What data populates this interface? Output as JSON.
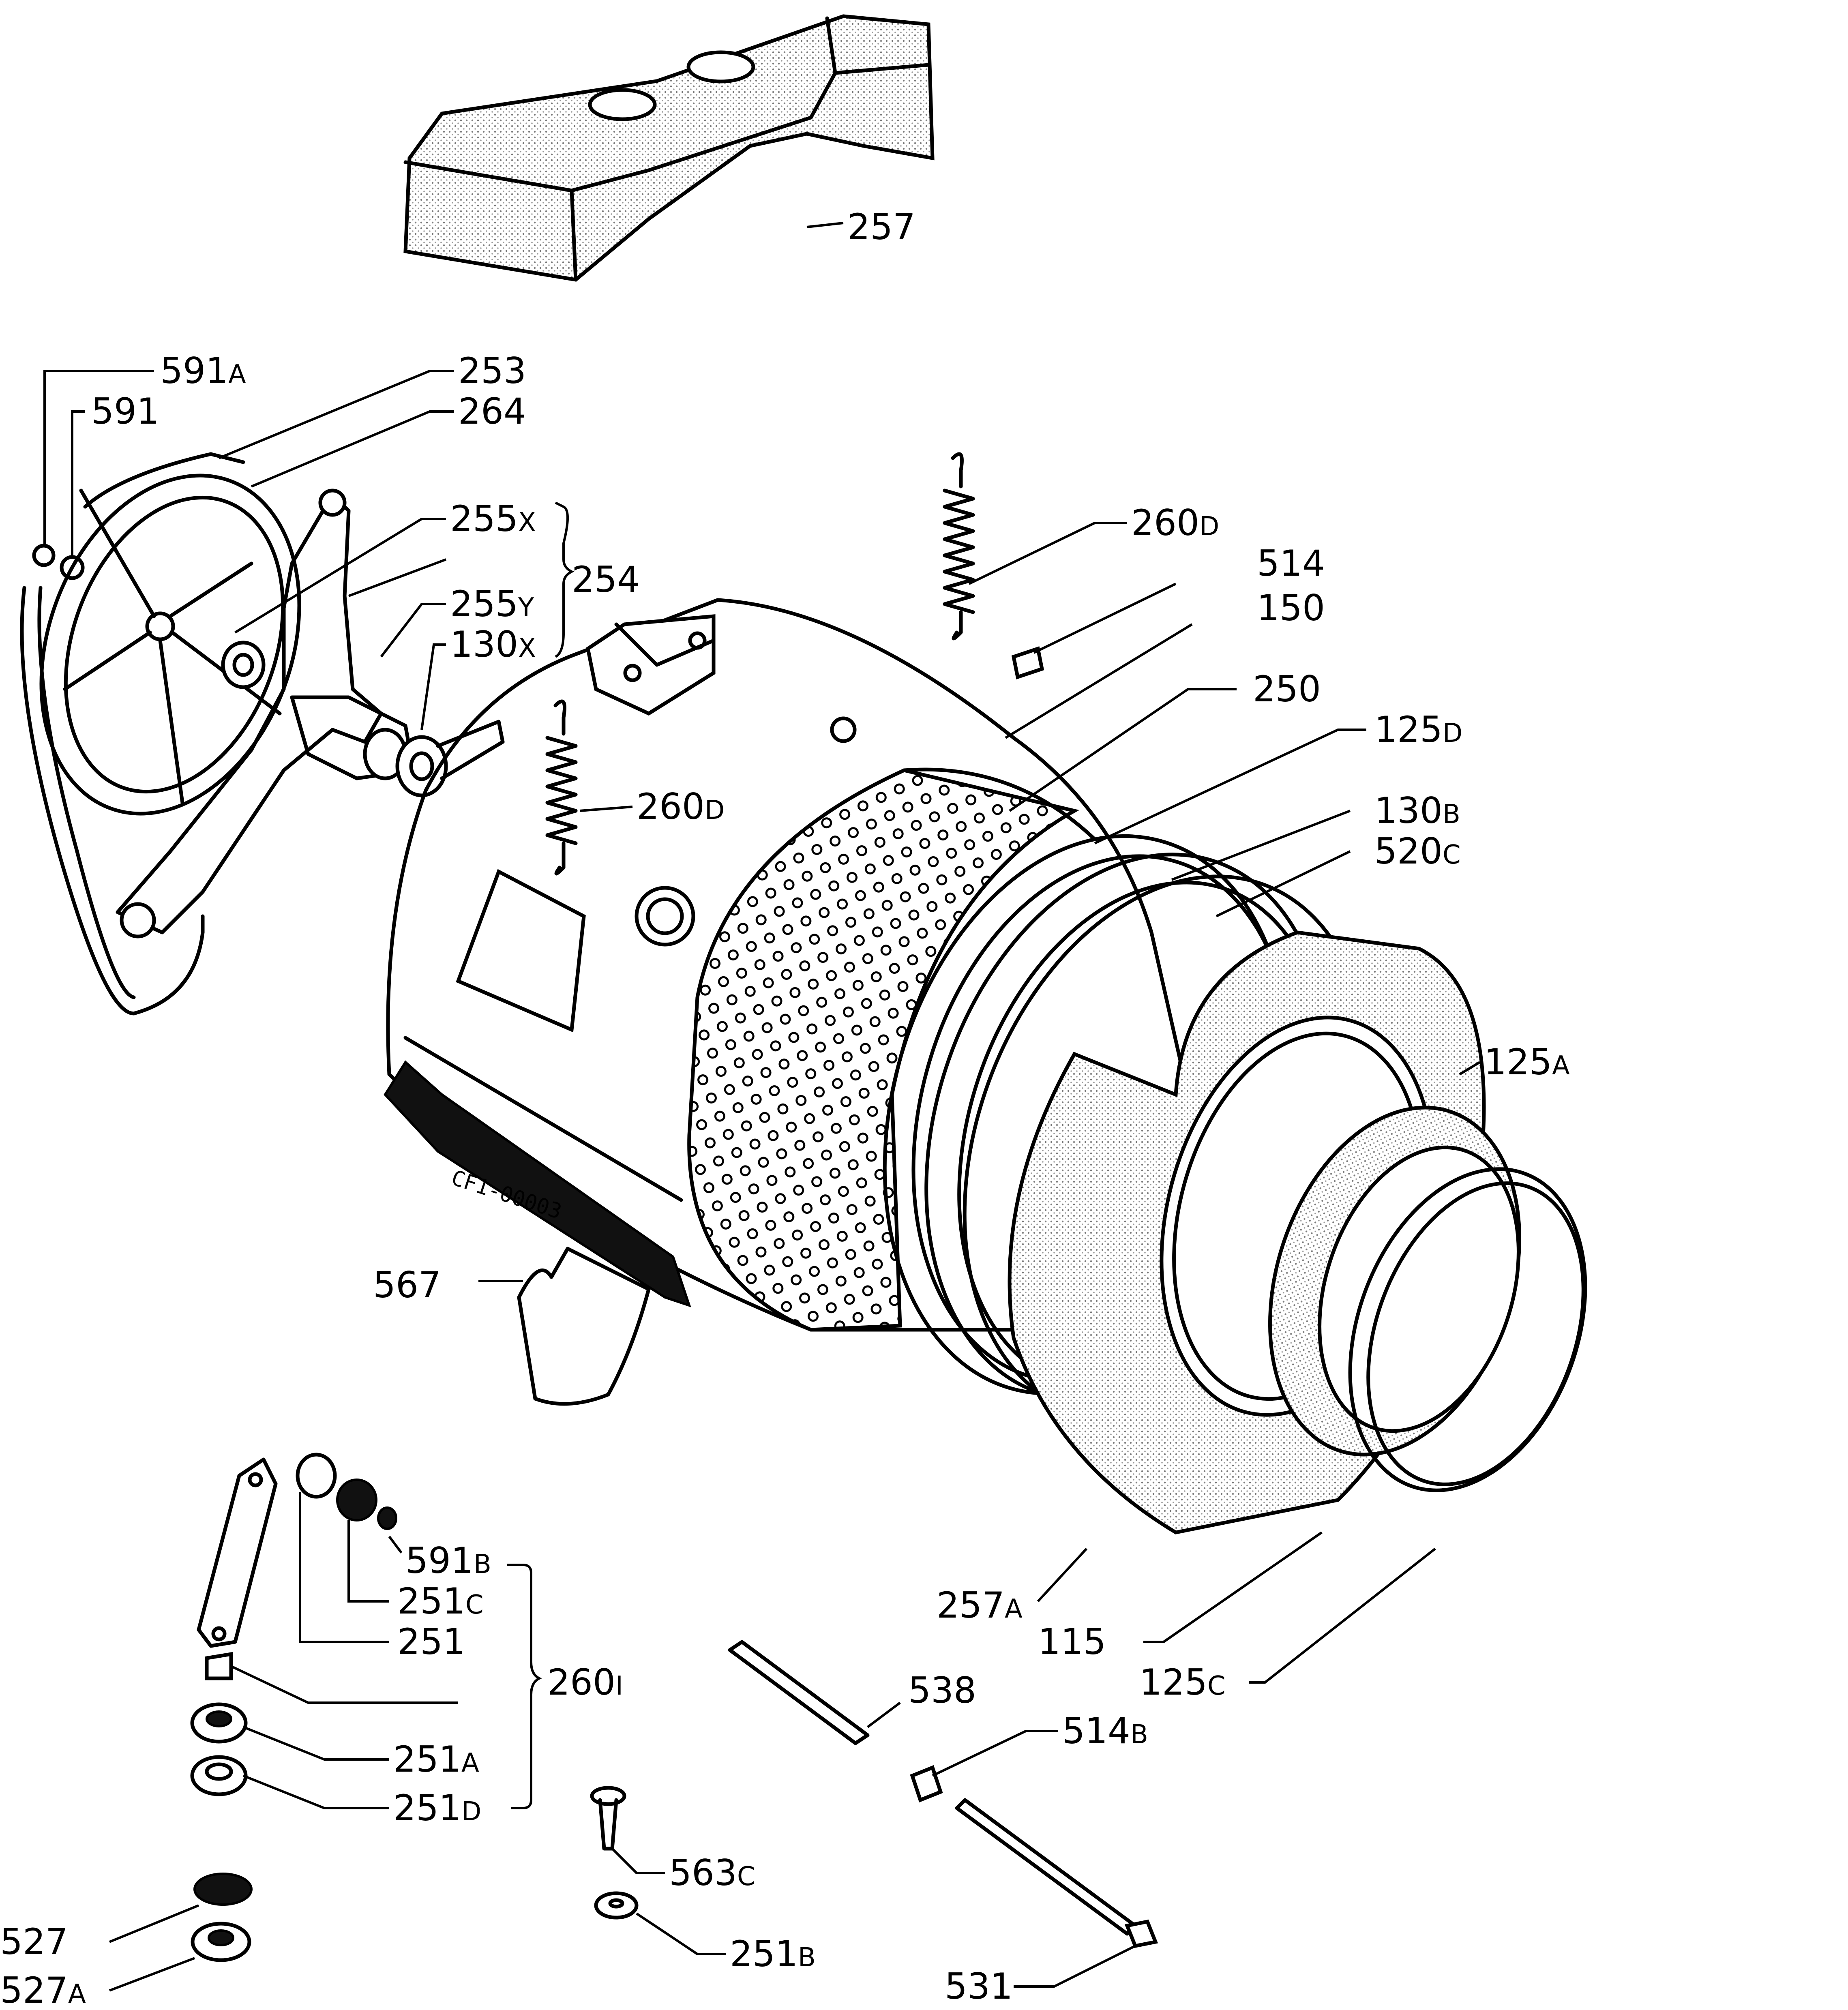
{
  "colors": {
    "ink": "#000000",
    "paper": "#ffffff",
    "stipple": "#9a9a9a"
  },
  "serial": "CF1-00003",
  "labels": {
    "l257": "257",
    "l591a": "591",
    "l591a_sub": "A",
    "l591": "591",
    "l253": "253",
    "l264": "264",
    "l255x": "255",
    "l255x_sub": "X",
    "l254": "254",
    "l255y": "255",
    "l255y_sub": "Y",
    "l130x": "130",
    "l130x_sub": "X",
    "l260d_top": "260",
    "l260d_top_sub": "D",
    "l514": "514",
    "l150": "150",
    "l250": "250",
    "l125d": "125",
    "l125d_sub": "D",
    "l260d_mid": "260",
    "l260d_mid_sub": "D",
    "l130b": "130",
    "l130b_sub": "B",
    "l520c": "520",
    "l520c_sub": "C",
    "l125a": "125",
    "l125a_sub": "A",
    "l567": "567",
    "l591b": "591",
    "l591b_sub": "B",
    "l251c": "251",
    "l251c_sub": "C",
    "l251": "251",
    "l260i": "260",
    "l260i_sub": "I",
    "l251a": "251",
    "l251a_sub": "A",
    "l251d": "251",
    "l251d_sub": "D",
    "l257a": "257",
    "l257a_sub": "A",
    "l115": "115",
    "l125c": "125",
    "l125c_sub": "C",
    "l538": "538",
    "l514b": "514",
    "l514b_sub": "B",
    "l563c": "563",
    "l563c_sub": "C",
    "l251b": "251",
    "l251b_sub": "B",
    "l527": "527",
    "l527a": "527",
    "l527a_sub": "A",
    "l531": "531"
  }
}
